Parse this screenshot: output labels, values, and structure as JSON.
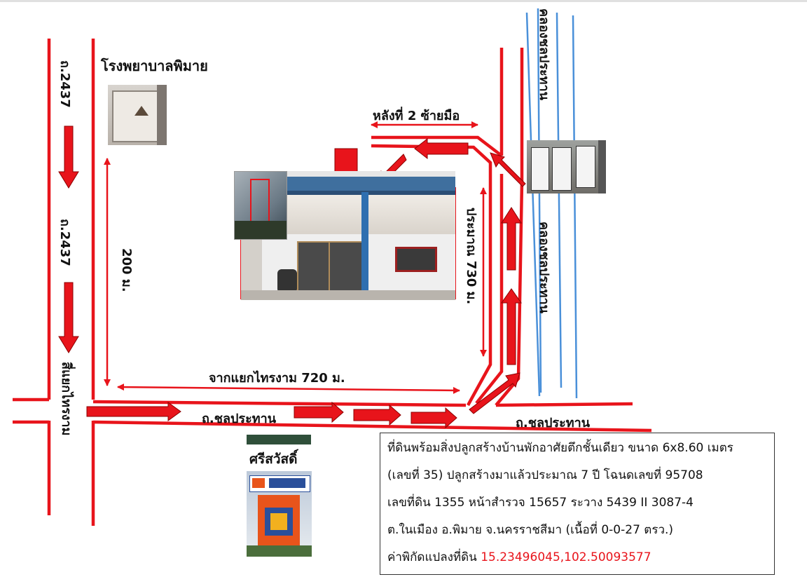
{
  "labels": {
    "hospital": "โรงพยาบาลพิมาย",
    "road_2437_top": "ถ.2437",
    "road_2437_mid": "ถ.2437",
    "dist_200": "200 ม.",
    "house_2_left": "หลังที่ 2 ซ้ายมือ",
    "dist_730": "ประมาณ 730 ม.",
    "canal_top": "คลองชลประทาน",
    "canal_bottom": "คลองชลประทาน",
    "from_junction": "จากแยกไทรงาม 720 ม.",
    "junction": "สี่แยกไทรงาม",
    "road_chon_1": "ถ.ชลประทาน",
    "road_chon_2": "ถ.ชลประทาน",
    "srisawat": "ศรีสวัสดิ์"
  },
  "images": {
    "hospital_sign_icon": "hospital-sign-photo",
    "house_icon": "house-photo",
    "road_sign_icon": "road-sign-photo",
    "srisawat_icon": "srisawat-sign-photo"
  },
  "info": {
    "line1": "ที่ดินพร้อมสิ่งปลูกสร้างบ้านพักอาศัยตึกชั้นเดียว ขนาด 6x8.60 เมตร",
    "line2": "(เลขที่ 35) ปลูกสร้างมาแล้วประมาณ 7 ปี โฉนดเลขที่ 95708",
    "line3": "เลขที่ดิน 1355 หน้าสำรวจ 15657 ระวาง 5439 II 3087-4",
    "line4": "ต.ในเมือง อ.พิมาย จ.นครราชสีมา (เนื้อที่ 0-0-27 ตรว.)",
    "coord_label": "ค่าพิกัดแปลงที่ดิน",
    "coord_value": "15.23496045,102.50093577"
  },
  "colors": {
    "road": "#e8141b",
    "canal": "#4a90d9",
    "text": "#111111"
  }
}
